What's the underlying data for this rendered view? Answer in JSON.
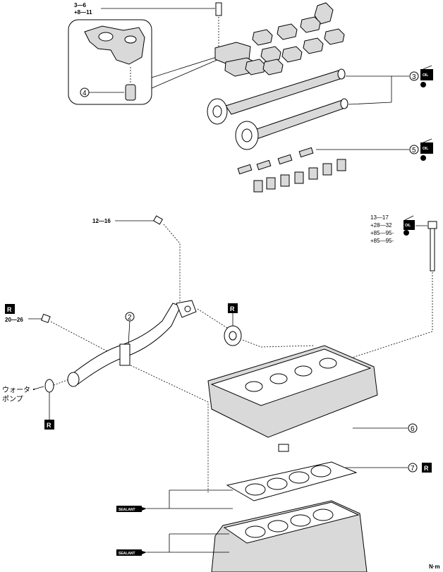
{
  "torques": {
    "cap_bolt": [
      "3—6",
      "+8—11"
    ],
    "pipe_bolt": "12—16",
    "pump_bolt": "20—26",
    "head_bolt": [
      "13—17",
      "+28—32",
      "+85—95-",
      "+85—95-"
    ]
  },
  "callouts": [
    "2",
    "3",
    "4",
    "5",
    "6",
    "7"
  ],
  "badges": {
    "replace": "R",
    "oil": "OIL",
    "sealant": "SEALANT"
  },
  "water_pump_label": [
    "ウォータ・",
    "ポンプ"
  ],
  "unit": "N·m",
  "colors": {
    "ink": "#000000",
    "paper": "#ffffff",
    "shade": "#d9d9d9"
  }
}
